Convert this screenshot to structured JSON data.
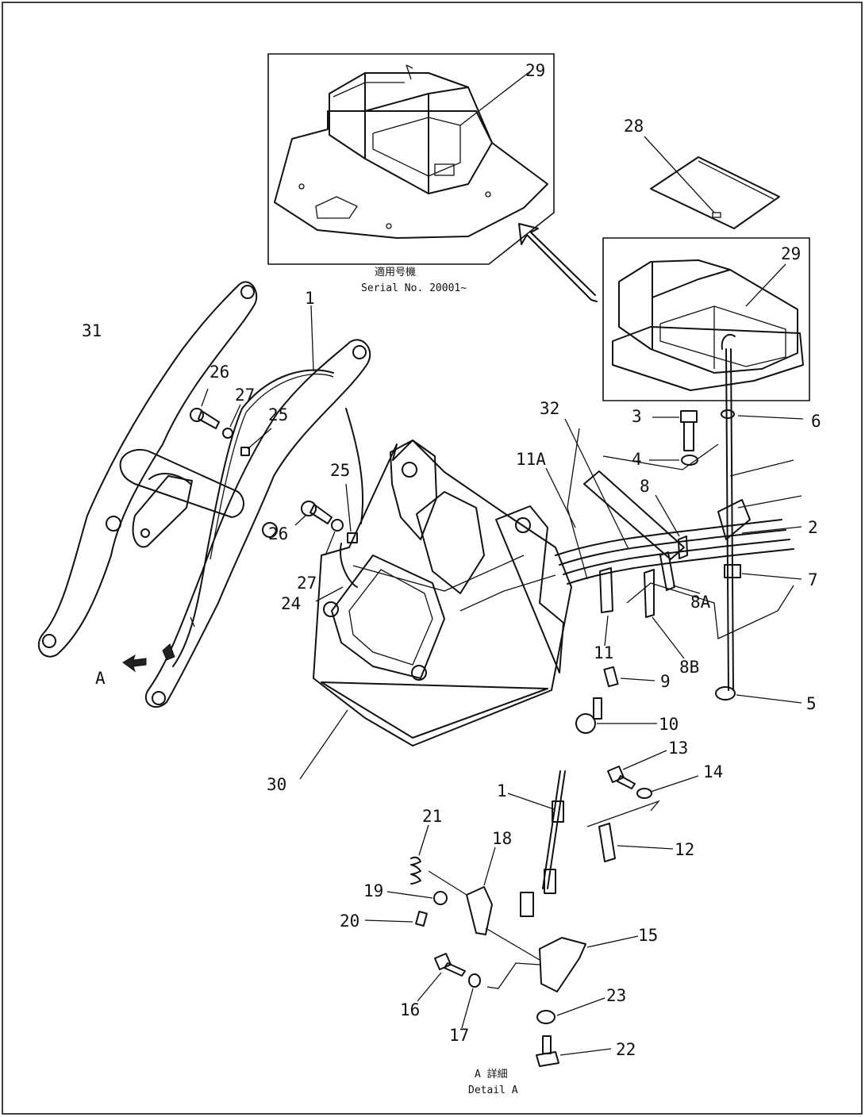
{
  "inset_top": {
    "caption_jp": "適用号機",
    "caption_en": "Serial No. 20001~"
  },
  "detail": {
    "caption_jp": "A 詳細",
    "caption_en": "Detail A"
  },
  "view_marker": "A",
  "callouts": [
    {
      "id": "c29a",
      "text": "29"
    },
    {
      "id": "c28",
      "text": "28"
    },
    {
      "id": "c29b",
      "text": "29"
    },
    {
      "id": "c31",
      "text": "31"
    },
    {
      "id": "c1a",
      "text": "1"
    },
    {
      "id": "c26a",
      "text": "26"
    },
    {
      "id": "c27a",
      "text": "27"
    },
    {
      "id": "c25a",
      "text": "25"
    },
    {
      "id": "c25b",
      "text": "25"
    },
    {
      "id": "c26b",
      "text": "26"
    },
    {
      "id": "c27b",
      "text": "27"
    },
    {
      "id": "c24",
      "text": "24"
    },
    {
      "id": "c30",
      "text": "30"
    },
    {
      "id": "c32",
      "text": "32"
    },
    {
      "id": "c11A",
      "text": "11A"
    },
    {
      "id": "c3",
      "text": "3"
    },
    {
      "id": "c4",
      "text": "4"
    },
    {
      "id": "c8",
      "text": "8"
    },
    {
      "id": "c6",
      "text": "6"
    },
    {
      "id": "c2",
      "text": "2"
    },
    {
      "id": "c7",
      "text": "7"
    },
    {
      "id": "c8A",
      "text": "8A"
    },
    {
      "id": "c11",
      "text": "11"
    },
    {
      "id": "c8B",
      "text": "8B"
    },
    {
      "id": "c9",
      "text": "9"
    },
    {
      "id": "c5",
      "text": "5"
    },
    {
      "id": "c10",
      "text": "10"
    },
    {
      "id": "c13",
      "text": "13"
    },
    {
      "id": "c14",
      "text": "14"
    },
    {
      "id": "c1b",
      "text": "1"
    },
    {
      "id": "c12",
      "text": "12"
    },
    {
      "id": "c21",
      "text": "21"
    },
    {
      "id": "c18",
      "text": "18"
    },
    {
      "id": "c19",
      "text": "19"
    },
    {
      "id": "c20",
      "text": "20"
    },
    {
      "id": "c15",
      "text": "15"
    },
    {
      "id": "c16",
      "text": "16"
    },
    {
      "id": "c17",
      "text": "17"
    },
    {
      "id": "c23",
      "text": "23"
    },
    {
      "id": "c22",
      "text": "22"
    }
  ]
}
